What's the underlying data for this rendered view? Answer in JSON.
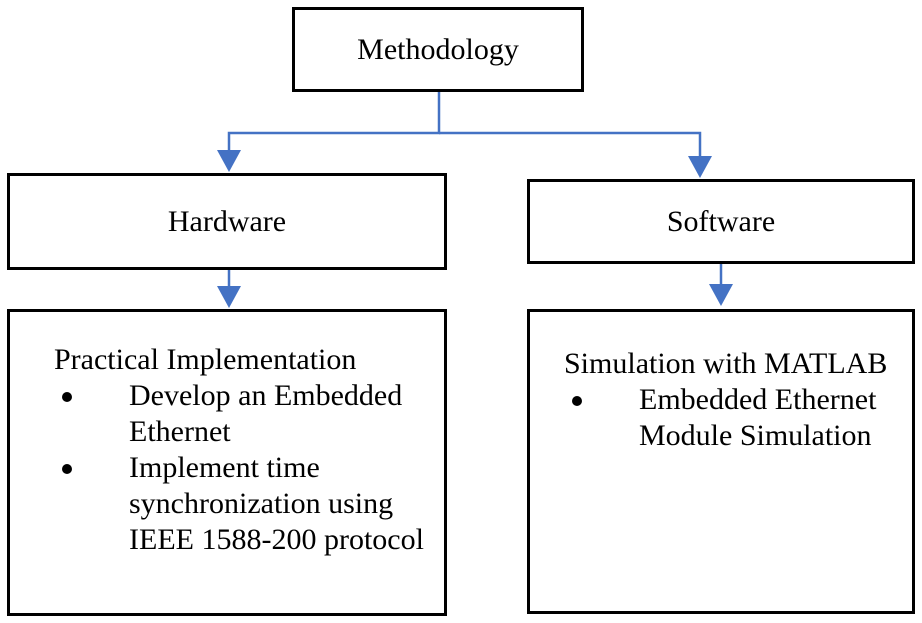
{
  "colors": {
    "connector": "#4472C4",
    "box_border": "#000000",
    "text": "#000000"
  },
  "root": {
    "label": "Methodology"
  },
  "hardware": {
    "label": "Hardware",
    "detail": {
      "heading": "Practical Implementation",
      "items": [
        "Develop an Embedded Ethernet",
        "Implement time synchronization using IEEE 1588-200 protocol"
      ]
    }
  },
  "software": {
    "label": "Software",
    "detail": {
      "heading": "Simulation with MATLAB",
      "items": [
        "Embedded Ethernet Module Simulation"
      ]
    }
  }
}
